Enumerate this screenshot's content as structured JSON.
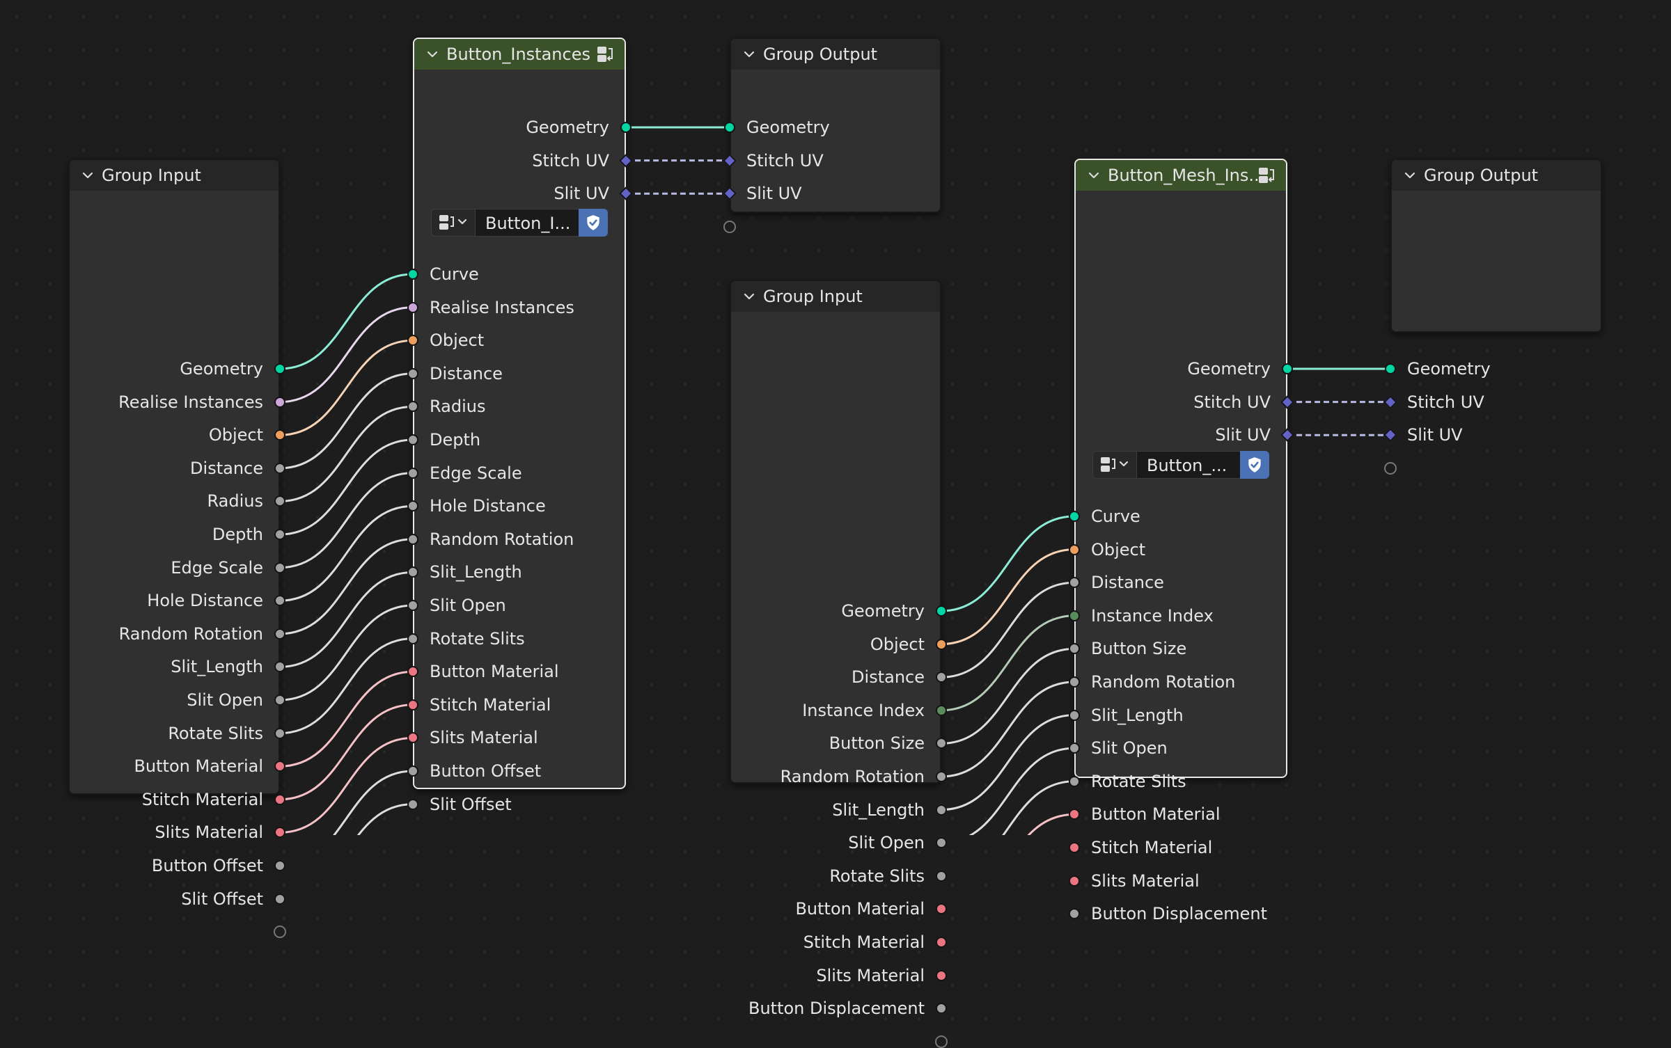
{
  "colors": {
    "geometry": "#00d6a3",
    "vector": "#6363c7",
    "boolean": "#cca6d6",
    "object": "#ed9e5c",
    "float": "#a1a1a1",
    "integer": "#598c5c",
    "material": "#eb7582",
    "wire_default": "#dddddd",
    "group_header": "#3b5129",
    "fake_user": "#4a72b5"
  },
  "nodes": {
    "group_input_1": {
      "title": "Group Input",
      "outputs": [
        {
          "label": "Geometry",
          "type": "geometry"
        },
        {
          "label": "Realise Instances",
          "type": "boolean"
        },
        {
          "label": "Object",
          "type": "object"
        },
        {
          "label": "Distance",
          "type": "float"
        },
        {
          "label": "Radius",
          "type": "float"
        },
        {
          "label": "Depth",
          "type": "float"
        },
        {
          "label": "Edge Scale",
          "type": "float"
        },
        {
          "label": "Hole Distance",
          "type": "float"
        },
        {
          "label": "Random Rotation",
          "type": "float"
        },
        {
          "label": "Slit_Length",
          "type": "float"
        },
        {
          "label": "Slit Open",
          "type": "float"
        },
        {
          "label": "Rotate Slits",
          "type": "float"
        },
        {
          "label": "Button Material",
          "type": "material"
        },
        {
          "label": "Stitch Material",
          "type": "material"
        },
        {
          "label": "Slits Material",
          "type": "material"
        },
        {
          "label": "Button Offset",
          "type": "float"
        },
        {
          "label": "Slit Offset",
          "type": "float"
        }
      ]
    },
    "button_instances": {
      "title": "Button_Instances",
      "selector_name": "Button_I...",
      "outputs": [
        {
          "label": "Geometry",
          "type": "geometry"
        },
        {
          "label": "Stitch UV",
          "type": "vector"
        },
        {
          "label": "Slit UV",
          "type": "vector"
        }
      ],
      "inputs": [
        {
          "label": "Curve",
          "type": "geometry"
        },
        {
          "label": "Realise Instances",
          "type": "boolean"
        },
        {
          "label": "Object",
          "type": "object"
        },
        {
          "label": "Distance",
          "type": "float"
        },
        {
          "label": "Radius",
          "type": "float"
        },
        {
          "label": "Depth",
          "type": "float"
        },
        {
          "label": "Edge Scale",
          "type": "float"
        },
        {
          "label": "Hole Distance",
          "type": "float"
        },
        {
          "label": "Random Rotation",
          "type": "float"
        },
        {
          "label": "Slit_Length",
          "type": "float"
        },
        {
          "label": "Slit Open",
          "type": "float"
        },
        {
          "label": "Rotate Slits",
          "type": "float"
        },
        {
          "label": "Button Material",
          "type": "material"
        },
        {
          "label": "Stitch Material",
          "type": "material"
        },
        {
          "label": "Slits Material",
          "type": "material"
        },
        {
          "label": "Button Offset",
          "type": "float"
        },
        {
          "label": "Slit Offset",
          "type": "float"
        }
      ]
    },
    "group_output_1": {
      "title": "Group Output",
      "inputs": [
        {
          "label": "Geometry",
          "type": "geometry"
        },
        {
          "label": "Stitch UV",
          "type": "vector"
        },
        {
          "label": "Slit UV",
          "type": "vector"
        }
      ]
    },
    "group_input_2": {
      "title": "Group Input",
      "outputs": [
        {
          "label": "Geometry",
          "type": "geometry"
        },
        {
          "label": "Object",
          "type": "object"
        },
        {
          "label": "Distance",
          "type": "float"
        },
        {
          "label": "Instance Index",
          "type": "integer"
        },
        {
          "label": "Button Size",
          "type": "float"
        },
        {
          "label": "Random Rotation",
          "type": "float"
        },
        {
          "label": "Slit_Length",
          "type": "float"
        },
        {
          "label": "Slit Open",
          "type": "float"
        },
        {
          "label": "Rotate Slits",
          "type": "float"
        },
        {
          "label": "Button Material",
          "type": "material"
        },
        {
          "label": "Stitch Material",
          "type": "material"
        },
        {
          "label": "Slits Material",
          "type": "material"
        },
        {
          "label": "Button Displacement",
          "type": "float"
        }
      ]
    },
    "button_mesh_ins": {
      "title": "Button_Mesh_Ins...",
      "selector_name": "Button_...",
      "outputs": [
        {
          "label": "Geometry",
          "type": "geometry"
        },
        {
          "label": "Stitch UV",
          "type": "vector"
        },
        {
          "label": "Slit UV",
          "type": "vector"
        }
      ],
      "inputs": [
        {
          "label": "Curve",
          "type": "geometry"
        },
        {
          "label": "Object",
          "type": "object"
        },
        {
          "label": "Distance",
          "type": "float"
        },
        {
          "label": "Instance Index",
          "type": "integer"
        },
        {
          "label": "Button Size",
          "type": "float"
        },
        {
          "label": "Random Rotation",
          "type": "float"
        },
        {
          "label": "Slit_Length",
          "type": "float"
        },
        {
          "label": "Slit Open",
          "type": "float"
        },
        {
          "label": "Rotate Slits",
          "type": "float"
        },
        {
          "label": "Button Material",
          "type": "material"
        },
        {
          "label": "Stitch Material",
          "type": "material"
        },
        {
          "label": "Slits Material",
          "type": "material"
        },
        {
          "label": "Button Displacement",
          "type": "float"
        }
      ]
    },
    "group_output_2": {
      "title": "Group Output",
      "inputs": [
        {
          "label": "Geometry",
          "type": "geometry"
        },
        {
          "label": "Stitch UV",
          "type": "vector"
        },
        {
          "label": "Slit UV",
          "type": "vector"
        }
      ]
    }
  },
  "links": [
    {
      "from": "group_input_1",
      "to": "button_instances",
      "pairs": "all"
    },
    {
      "from": "button_instances",
      "to": "group_output_1",
      "pairs": "all"
    },
    {
      "from": "group_input_2",
      "to": "button_mesh_ins",
      "pairs": "all"
    },
    {
      "from": "button_mesh_ins",
      "to": "group_output_2",
      "pairs": "all"
    }
  ]
}
